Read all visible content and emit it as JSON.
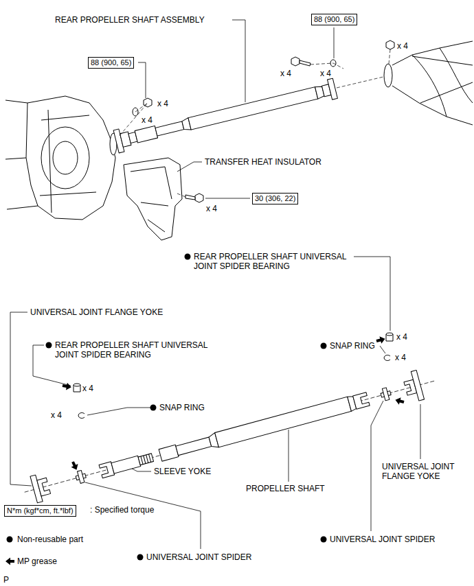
{
  "diagram": {
    "nodes": [
      {
        "text": [
          "88 (900, 65)"
        ]
      },
      {
        "text": [
          "88 (900, 65)"
        ]
      },
      {
        "text": [
          "30 (306, 22)"
        ]
      },
      {
        "text": [
          "N*m (kgf*cm, ft.*lbf)"
        ]
      }
    ],
    "labels": [
      "REAR PROPELLER SHAFT ASSEMBLY",
      "x 4",
      "x 4",
      "x 4",
      "x 4",
      "x 4",
      "TRANSFER HEAT INSULATOR",
      "x 4",
      "REAR PROPELLER SHAFT UNIVERSAL JOINT SPIDER BEARING",
      "x 4",
      "SNAP RING",
      "x 4",
      "UNIVERSAL JOINT FLANGE YOKE",
      "REAR PROPELLER SHAFT UNIVERSAL JOINT SPIDER BEARING",
      "x 4",
      "SNAP RING",
      "x 4",
      "SLEEVE YOKE",
      "PROPELLER SHAFT",
      "UNIVERSAL JOINT FLANGE YOKE",
      "UNIVERSAL JOINT SPIDER",
      "UNIVERSAL JOINT SPIDER",
      "P"
    ],
    "legend": [
      {
        "text": ": Specified torque"
      },
      {
        "text": "Non-reusable part"
      },
      {
        "text": "MP grease"
      }
    ]
  }
}
